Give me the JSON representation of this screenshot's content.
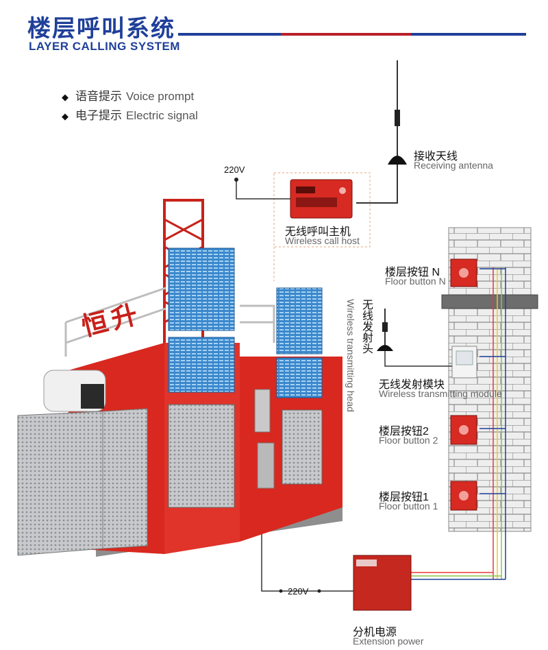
{
  "header": {
    "title_zh": "楼层呼叫系统",
    "title_en": "LAYER CALLING SYSTEM"
  },
  "features": [
    {
      "zh": "语音提示",
      "en": "Voice prompt"
    },
    {
      "zh": "电子提示",
      "en": "Electric signal"
    }
  ],
  "labels": {
    "antenna": {
      "zh": "接收天线",
      "en": "Receiving antenna"
    },
    "host": {
      "zh": "无线呼叫主机",
      "en": "Wireless call host"
    },
    "floor_n": {
      "zh": "楼层按钮 N",
      "en": "Floor button N"
    },
    "tx_head": {
      "zh": "无线发射头",
      "en": "Wireless transmitting head"
    },
    "tx_module": {
      "zh": "无线发射模块",
      "en": "Wireless transmitting module"
    },
    "floor_2": {
      "zh": "楼层按钮2",
      "en": "Floor button 2"
    },
    "floor_1": {
      "zh": "楼层按钮1",
      "en": "Floor button 1"
    },
    "power": {
      "zh": "分机电源",
      "en": "Extension power"
    }
  },
  "voltages": {
    "top": "220V",
    "bottom": "220V"
  },
  "elevator_brand": "恒升",
  "colors": {
    "brand_blue": "#1f3f99",
    "accent_red": "#b8202a",
    "elevator_red": "#d8281f",
    "cage_blue": "#2f7fc4",
    "brick": "#dedede"
  },
  "icons": {
    "bullet": "◆"
  }
}
